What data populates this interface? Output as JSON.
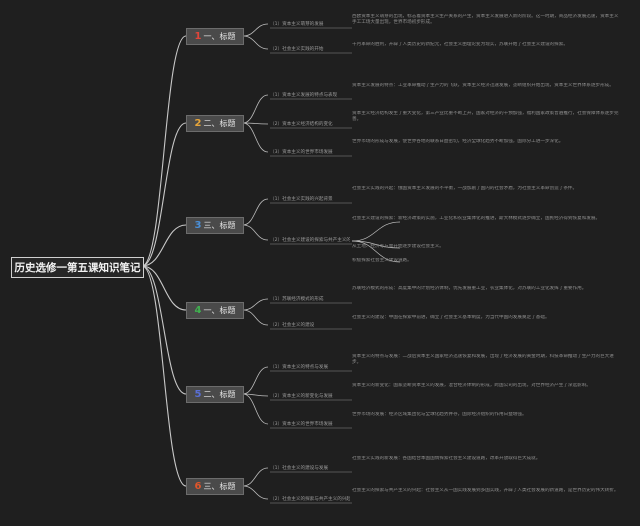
{
  "root": {
    "title": "历史选修一第五课知识笔记"
  },
  "sections": [
    {
      "num": "1",
      "label": "一、标题",
      "color": "#e0453a"
    },
    {
      "num": "2",
      "label": "二、标题",
      "color": "#e6a53a"
    },
    {
      "num": "3",
      "label": "三、标题",
      "color": "#4a90d9"
    },
    {
      "num": "4",
      "label": "一、标题",
      "color": "#3fb04f"
    },
    {
      "num": "5",
      "label": "二、标题",
      "color": "#5a6fd6"
    },
    {
      "num": "6",
      "label": "三、标题",
      "color": "#e0552a"
    }
  ],
  "subs": [
    {
      "label": "（1）资本主义萌芽的发展"
    },
    {
      "label": "（2）社会主义实践的开始"
    },
    {
      "label": "（1）资本主义发展的特点与表现"
    },
    {
      "label": "（2）资本主义经济结构的变化"
    },
    {
      "label": "（3）资本主义的世界市场发展"
    },
    {
      "label": "（1）社会主义实践的兴起背景"
    },
    {
      "label": "（2）社会主义建设的探索与共产主义的兴起"
    },
    {
      "label": "（1）苏联经济模式的形成"
    },
    {
      "label": "（2）社会主义的建设"
    },
    {
      "label": "（1）资本主义的特点与发展"
    },
    {
      "label": "（2）资本主义的新变化与发展"
    },
    {
      "label": "（3）资本主义的世界市场发展"
    },
    {
      "label": "（1）社会主义的建设与发展"
    },
    {
      "label": "（2）社会主义的探索与共产主义的兴起"
    }
  ],
  "notes": [
    {
      "text": "西欧资本主义萌芽的出现，标志着资本主义生产关系的产生，资本主义发展进入新的阶段。这一时期，商品经济发展迅速，资本主义手工工场大量出现，世界市场初步形成。"
    },
    {
      "text": "十月革命的胜利，开辟了人类历史的新纪元，社会主义由理论变为现实，苏联开始了社会主义建设的探索。"
    },
    {
      "text": "资本主义发展的特点：工业革命推动了生产力的飞跃，资本主义经济迅速发展，垄断组织开始出现，资本主义世界体系逐步形成。"
    },
    {
      "text": "资本主义经济结构发生了重大变化，第三产业比重不断上升，国家对经济的干预加强，福利国家政策普遍推行，社会保障体系逐步完善。"
    },
    {
      "text": "世界市场的形成与发展，使世界各地的联系日益密切，经济全球化趋势不断加强，国际分工进一步深化。"
    },
    {
      "text": "社会主义实践的兴起：俄国资本主义发展的不平衡，一战加剧了国内的社会矛盾，为社会主义革命创造了条件。"
    },
    {
      "text": "社会主义建设的探索：新经济政策的实施，工业化和农业集体化的推进，斯大林模式逐步确立，国民经济得到恢复和发展。"
    },
    {
      "text": "从土地、经济等方面开始逐步建设社会主义。"
    },
    {
      "text": "积极探索社会主义建设道路。"
    },
    {
      "text": "苏联经济模式的形成：高度集中的计划经济体制，优先发展重工业，农业集体化，对苏联的工业化发挥了重要作用。"
    },
    {
      "text": "社会主义的建设：中国在探索中前进，确立了社会主义基本制度，为当代中国的发展奠定了基础。"
    },
    {
      "text": "资本主义的特点与发展：二战后资本主义国家经济迅速恢复和发展，出现了经济发展的黄金时期，科技革命推动了生产力的巨大进步。"
    },
    {
      "text": "资本主义的新变化：国家垄断资本主义的发展，混合经济体制的形成，跨国公司的出现，对世界经济产生了深远影响。"
    },
    {
      "text": "世界市场的发展：经济区域集团化与全球化趋势并存，国际经济组织的作用日益增强。"
    },
    {
      "text": "社会主义实践的新发展：各国结合本国国情探索社会主义建设道路，改革开放取得巨大成就。"
    },
    {
      "text": "社会主义的探索与共产主义的兴起：社会主义从一国实践发展到多国实践，开辟了人类社会发展的新道路，是世界历史的伟大转折。"
    }
  ]
}
